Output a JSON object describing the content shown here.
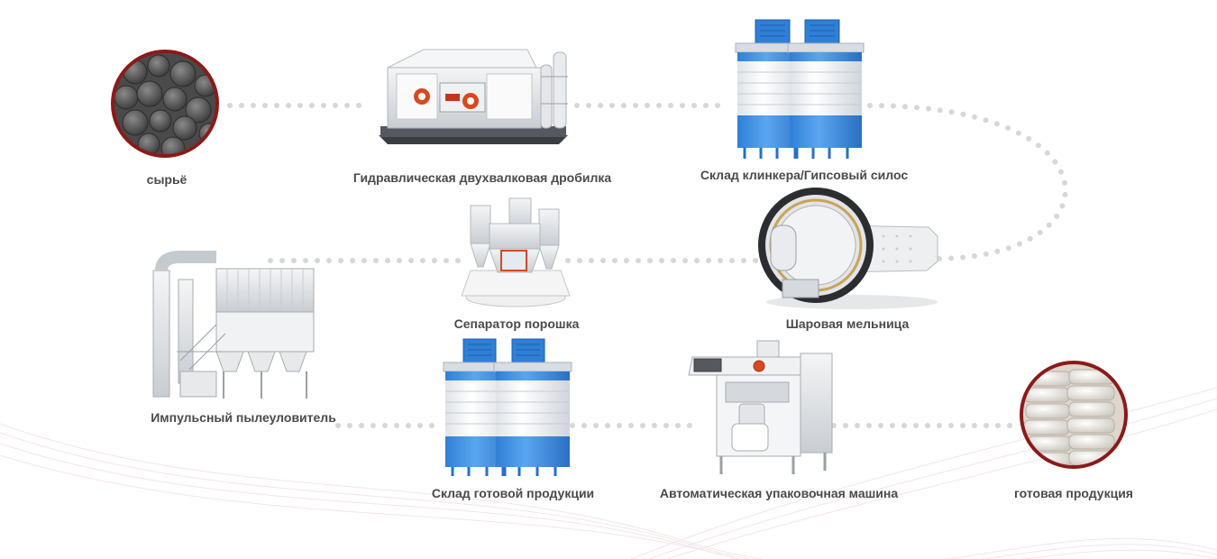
{
  "steps": [
    {
      "id": "raw",
      "label": "сырьё"
    },
    {
      "id": "crusher",
      "label": "Гидравлическая двухвалковая дробилка"
    },
    {
      "id": "clinker-silo",
      "label": "Склад клинкера/Гипсовый силос"
    },
    {
      "id": "ball-mill",
      "label": "Шаровая мельница"
    },
    {
      "id": "separator",
      "label": "Сепаратор порошка"
    },
    {
      "id": "dust-collector",
      "label": "Импульсный пылеуловитель"
    },
    {
      "id": "product-silo",
      "label": "Склад готовой продукции"
    },
    {
      "id": "packing",
      "label": "Автоматическая упаковочная машина"
    },
    {
      "id": "product",
      "label": "готовая продукция"
    }
  ],
  "colors": {
    "ring": "#8b1a1a",
    "dots": "#d7d7d7",
    "silo_blue": "#3d8fe0",
    "silo_top": "#2f7fd6",
    "machine_grey": "#e8e9eb",
    "label": "#4a4a4a",
    "accent_red": "#d9481f"
  }
}
